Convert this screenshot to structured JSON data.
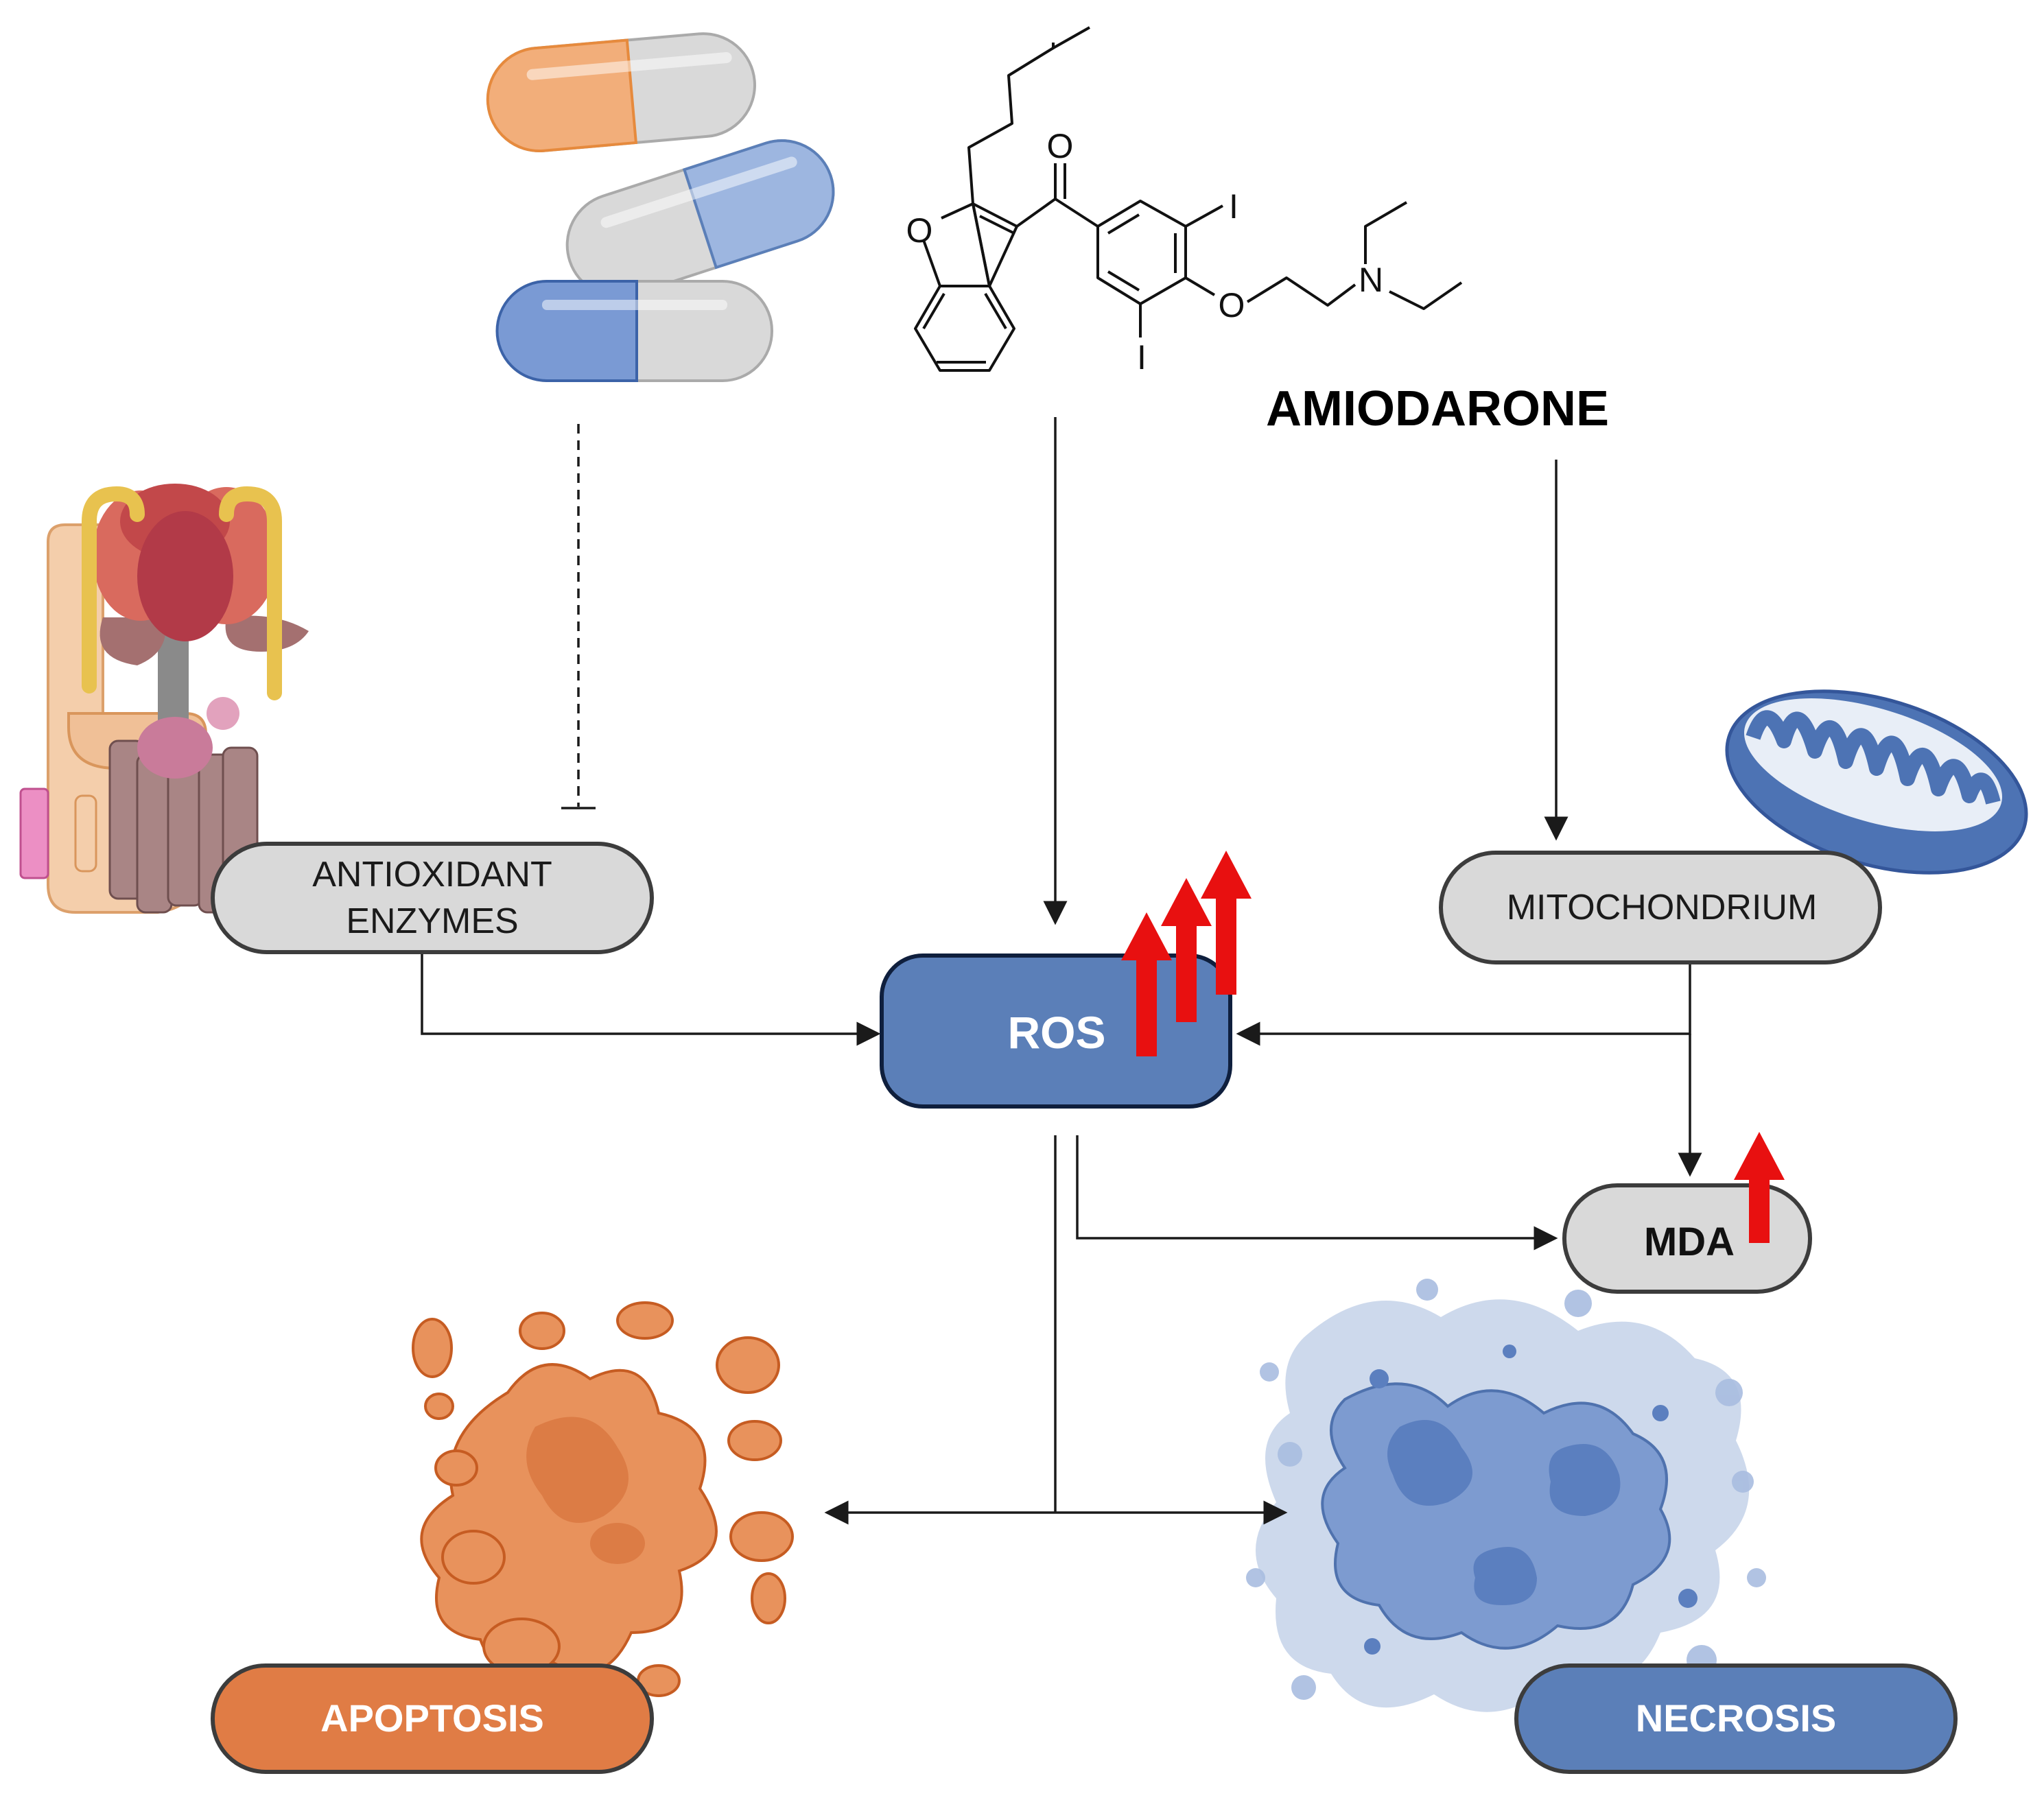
{
  "drug": {
    "name": "AMIODARONE",
    "atoms": {
      "o_ring": "O",
      "o_carbonyl": "O",
      "o_ether": "O",
      "n": "N",
      "i_top": "I",
      "i_bottom": "I"
    }
  },
  "nodes": {
    "antioxidant": {
      "line1": "ANTIOXIDANT",
      "line2": "ENZYMES"
    },
    "ros": "ROS",
    "mitochondrium": "MITOCHONDRIUM",
    "mda": "MDA",
    "apoptosis": "APOPTOSIS",
    "necrosis": "NECROSIS"
  },
  "colors": {
    "gray_node": "#d9d9d9",
    "blue_node": "#5b7fb8",
    "orange_node": "#e07c45",
    "up_arrow": "#e81010",
    "connector": "#1a1a1a"
  },
  "icons": [
    "capsules-icon",
    "atp-synthase-icon",
    "mitochondrion-icon",
    "apoptotic-cell-icon",
    "necrotic-cell-icon",
    "up-arrow-icon"
  ]
}
